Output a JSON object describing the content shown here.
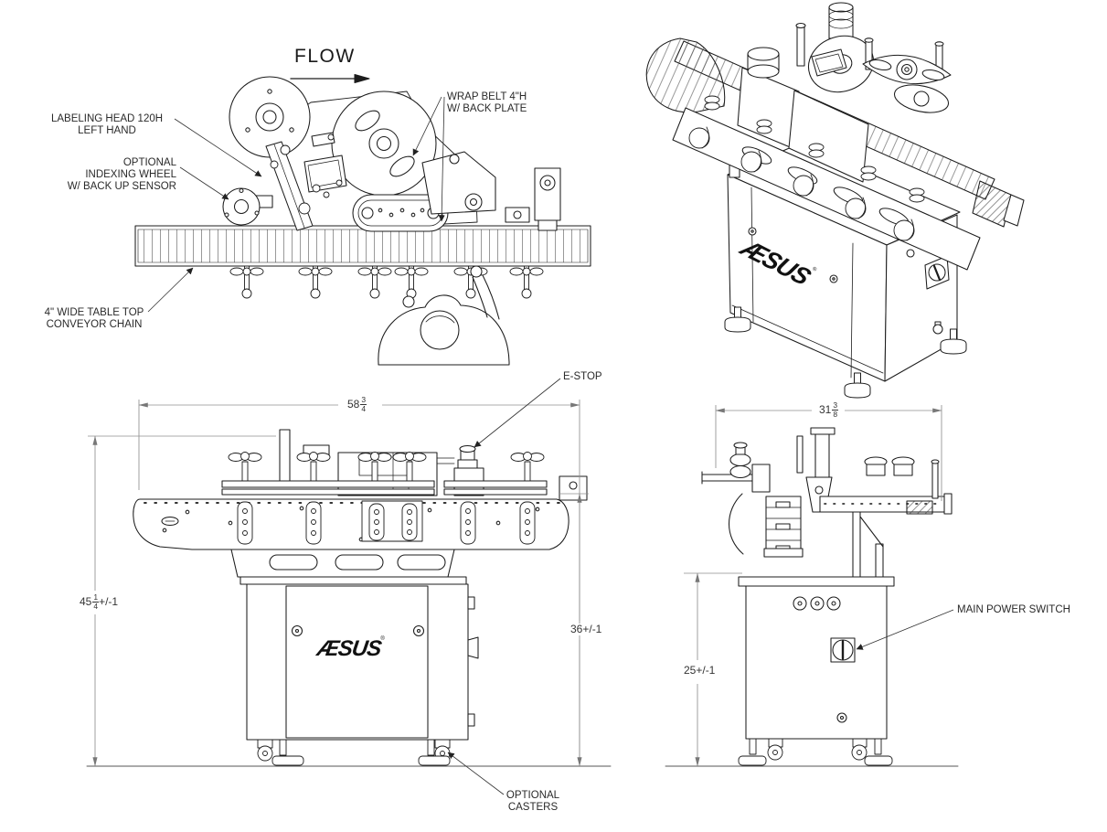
{
  "document": {
    "type": "technical-drawing",
    "product": "Aesus labeling machine with wrap belt and conveyor",
    "background": "#ffffff",
    "line_color": "#1c1c1c",
    "dim_color": "#8f8f8f"
  },
  "flow": {
    "label": "FLOW"
  },
  "brand": {
    "logo": "ÆSUS",
    "reg": "®"
  },
  "callouts": {
    "labeling_head_1": "LABELING HEAD 120H",
    "labeling_head_2": "LEFT HAND",
    "indexing_1": "OPTIONAL",
    "indexing_2": "INDEXING WHEEL",
    "indexing_3": "W/ BACK UP SENSOR",
    "wrap_belt_1": "WRAP BELT 4\"H",
    "wrap_belt_2": "W/ BACK PLATE",
    "table_top_1": "4\" WIDE TABLE TOP",
    "table_top_2": "CONVEYOR CHAIN",
    "estop": "E-STOP",
    "main_power": "MAIN POWER SWITCH",
    "casters_1": "OPTIONAL",
    "casters_2": "CASTERS"
  },
  "dimensions": {
    "front_width": {
      "whole": "58",
      "num": "3",
      "den": "4"
    },
    "front_height_total": {
      "whole": "45",
      "num": "1",
      "den": "4",
      "suffix": "+/-1"
    },
    "front_height_belt": {
      "value": "36+/-1"
    },
    "side_width": {
      "whole": "31",
      "num": "3",
      "den": "8"
    },
    "side_height_cabinet": {
      "value": "25+/-1"
    }
  }
}
